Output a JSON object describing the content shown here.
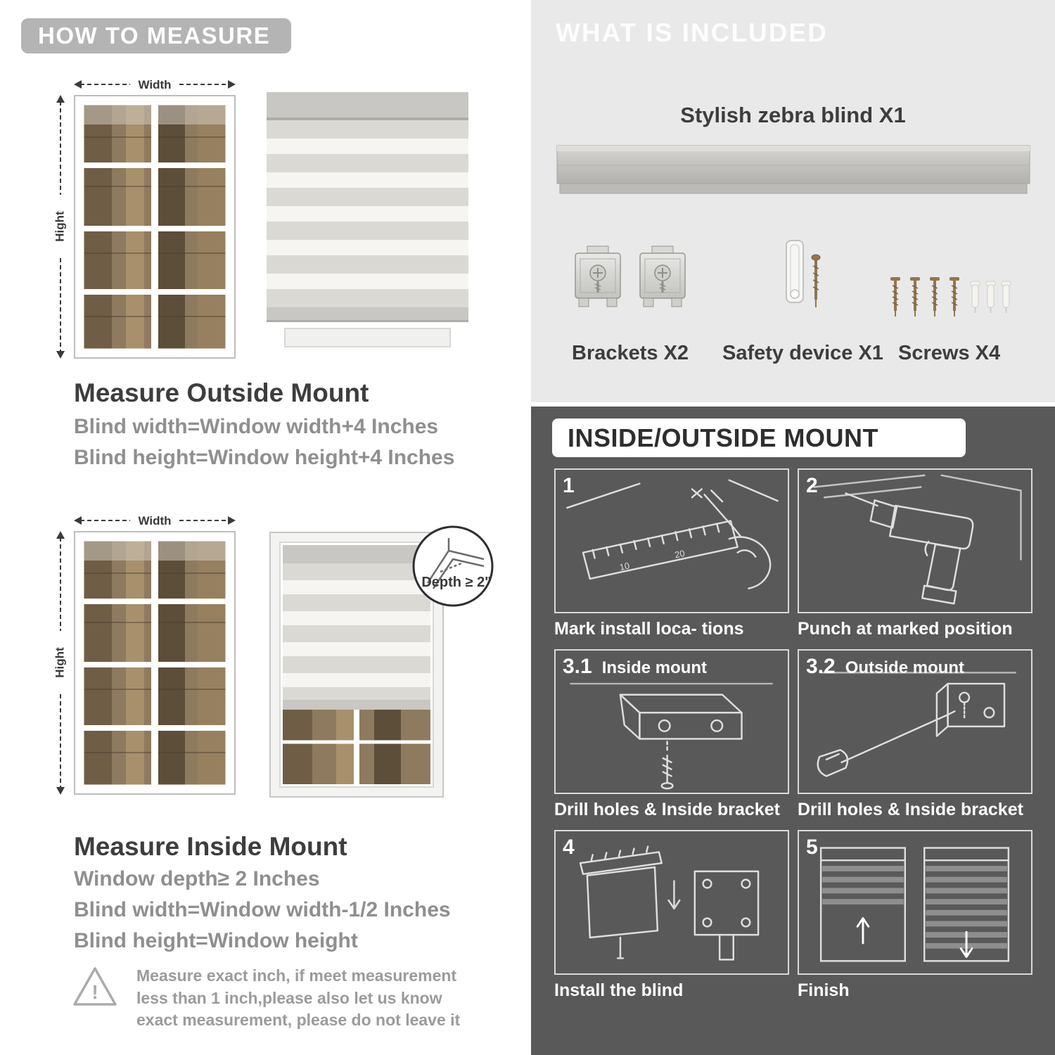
{
  "colors": {
    "header_pill": "#b4b4b4",
    "light_panel": "#e9e9e9",
    "dark_panel": "#595959",
    "heading_text": "#3d3d3d",
    "muted_text": "#8f8f8f",
    "screw_bronze": "#93754e"
  },
  "left": {
    "header": "HOW TO MEASURE",
    "outside": {
      "width_label": "Width",
      "height_label": "Hight",
      "title": "Measure Outside Mount",
      "lines": [
        "Blind width=Window width+4 Inches",
        "Blind height=Window height+4 Inches"
      ]
    },
    "inside": {
      "width_label": "Width",
      "height_label": "Hight",
      "depth_label": "Depth ≥ 2\"",
      "title": "Measure Inside Mount",
      "lines": [
        "Window depth≥ 2 Inches",
        "Blind width=Window width-1/2 Inches",
        "Blind height=Window height"
      ]
    },
    "warning": {
      "icon": "!",
      "text": "Measure exact inch, if meet measurement less than 1 inch,please also let us know exact measurement, please do not leave it"
    }
  },
  "right": {
    "included": {
      "header": "WHAT IS INCLUDED",
      "blind_label": "Stylish zebra blind X1",
      "items": [
        {
          "name": "brackets",
          "label": "Brackets X2"
        },
        {
          "name": "safety-device",
          "label": "Safety device X1"
        },
        {
          "name": "screws",
          "label": "Screws X4"
        }
      ]
    },
    "mount": {
      "header": "INSIDE/OUTSIDE MOUNT",
      "steps": [
        {
          "num": "1",
          "label": "",
          "caption": "Mark install loca- tions"
        },
        {
          "num": "2",
          "label": "",
          "caption": "Punch at  marked position"
        },
        {
          "num": "3.1",
          "label": "Inside mount",
          "caption": "Drill holes &  Inside bracket"
        },
        {
          "num": "3.2",
          "label": "Outside mount",
          "caption": "Drill holes &  Inside bracket"
        },
        {
          "num": "4",
          "label": "",
          "caption": "Install the blind"
        },
        {
          "num": "5",
          "label": "",
          "caption": "Finish"
        }
      ]
    }
  }
}
